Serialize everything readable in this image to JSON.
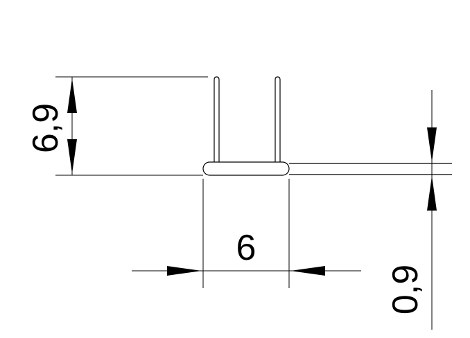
{
  "drawing": {
    "line_color": "#000000",
    "background": "#ffffff"
  },
  "dimensions": {
    "height_label": "6,9",
    "width_label": "6",
    "thickness_label": "0,9"
  }
}
